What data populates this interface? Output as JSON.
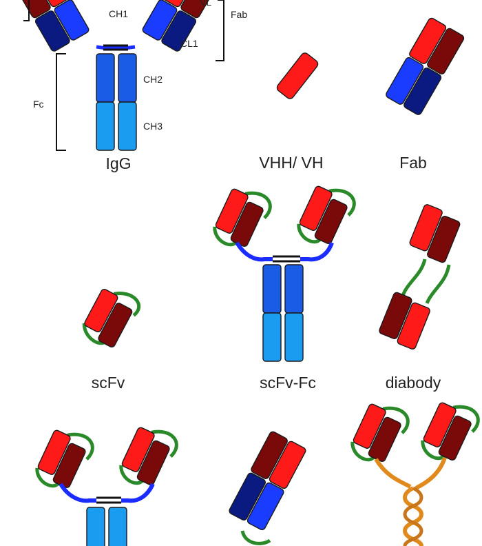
{
  "domain_labels": {
    "vl": "VL",
    "ch1": "CH1",
    "cl1": "CL1",
    "ch2": "CH2",
    "ch3": "CH3",
    "fab_bracket": "Fab",
    "fc_bracket": "Fc"
  },
  "captions": {
    "igg": "IgG",
    "vhh": "VHH/ VH",
    "fab": "Fab",
    "scfv": "scFv",
    "scfv_fc": "scFv-Fc",
    "diabody": "diabody"
  },
  "colors": {
    "vh_red": "#ff1a1a",
    "vl_darkred": "#7a0a0a",
    "ch1_blue": "#1a3cff",
    "cl_navy": "#0a1a80",
    "ch2_blue": "#1a5ce6",
    "ch3_lightblue": "#1a9cf0",
    "linker_green": "#2a8a2a",
    "hinge_blue": "#1a2cff",
    "coil_orange": "#e08a1e"
  }
}
